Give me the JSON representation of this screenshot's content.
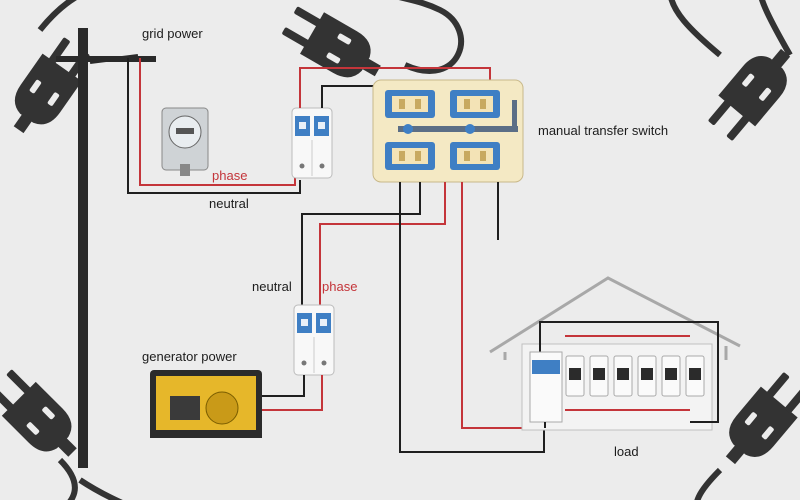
{
  "labels": {
    "grid_power": "grid power",
    "phase_top": "phase",
    "neutral_top": "neutral",
    "manual_transfer_switch": "manual transfer switch",
    "neutral_mid": "neutral",
    "phase_mid": "phase",
    "generator_power": "generator power",
    "load": "load"
  },
  "colors": {
    "background": "#ececec",
    "wire_phase": "#c4353a",
    "wire_neutral": "#1f1f1f",
    "switch_blue": "#3f7fc4",
    "switch_body": "#f4e9c4",
    "generator_yellow": "#e6b72a",
    "plug_dark": "#333333"
  },
  "icons": [
    "plug-icon",
    "utility-pole-icon",
    "electric-meter-icon",
    "breaker-icon",
    "transfer-switch-icon",
    "generator-icon",
    "house-icon",
    "breaker-panel-icon"
  ]
}
